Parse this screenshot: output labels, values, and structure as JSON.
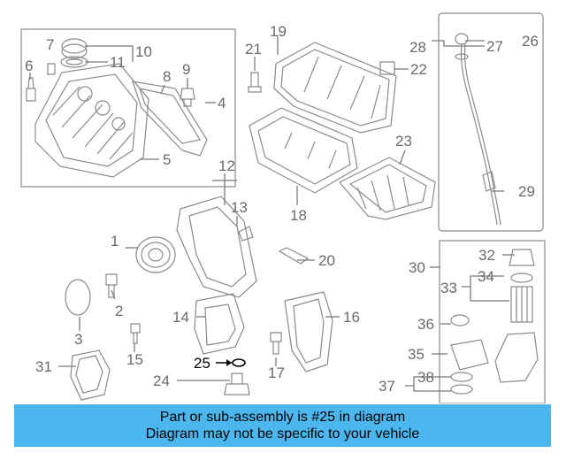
{
  "diagram": {
    "callouts": [
      "1",
      "2",
      "3",
      "4",
      "5",
      "6",
      "7",
      "8",
      "9",
      "10",
      "11",
      "12",
      "13",
      "14",
      "15",
      "16",
      "17",
      "18",
      "19",
      "20",
      "21",
      "22",
      "23",
      "24",
      "25",
      "26",
      "27",
      "28",
      "29",
      "30",
      "31",
      "32",
      "33",
      "34",
      "35",
      "36",
      "37",
      "38"
    ],
    "highlighted_callout": "25"
  },
  "banner": {
    "line1": "Part or sub-assembly is #25 in diagram",
    "line2": "Diagram may not be specific to your vehicle",
    "background": "#4cb7ee"
  },
  "colors": {
    "line": "#7a7a7a",
    "highlight": "#000000"
  }
}
